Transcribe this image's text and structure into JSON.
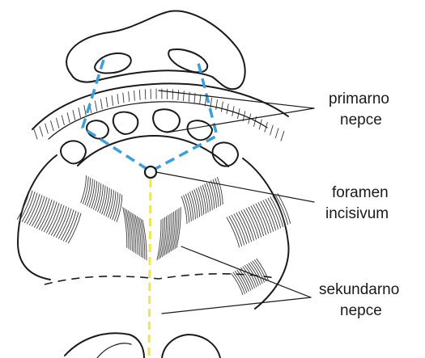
{
  "labels": {
    "primarno_line1": "primarno",
    "primarno_line2": "nepce",
    "foramen_line1": "foramen",
    "foramen_line2": "incisivum",
    "sekundarno_line1": "sekundarno",
    "sekundarno_line2": "nepce"
  },
  "colors": {
    "outline": "#1a1a1a",
    "primary_palate_boundary": "#3aa0dc",
    "midline_suture": "#f2e64a"
  }
}
